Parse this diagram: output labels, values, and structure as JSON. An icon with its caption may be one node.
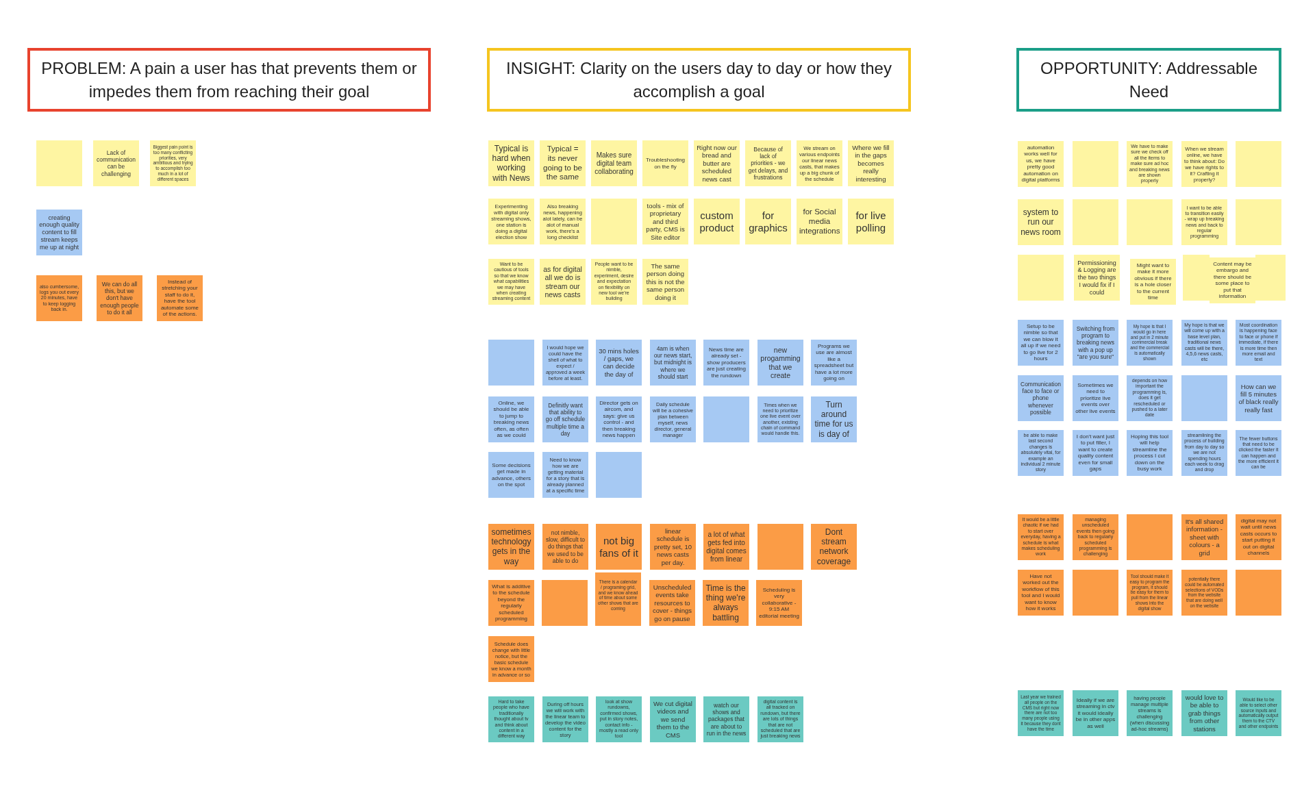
{
  "diagram": {
    "nodes": [
      {
        "text": [
          "PROBLEM: A pain a user has that prevents them or impedes them from reaching their goal"
        ]
      },
      {
        "text": [],
        "shape": "box"
      },
      {
        "text": [
          "Lack of communication can be challenging"
        ]
      },
      {
        "text": [
          "Biggest pain point is too many conflicting priorities, very ambitious and trying to accomplish too much in a lot of different spaces"
        ]
      },
      {
        "text": [
          "creating enough quality content to fill stream keeps me up at night"
        ]
      },
      {
        "text": [
          "also cumbersome, logs you out every 20 minutes, have to keep logging back in."
        ]
      },
      {
        "text": [
          "We can do all this, but we don't have enough people to do it all"
        ]
      },
      {
        "text": [
          "Instead of stretching your staff to do it, have the tool automate some of the actions."
        ]
      },
      {
        "text": [
          "INSIGHT: Clarity on the users day to day or how they accomplish a goal"
        ]
      },
      {
        "text": [
          "Typical is hard when working with News"
        ]
      },
      {
        "text": [
          "Typical = its never going to be the same"
        ]
      },
      {
        "text": [
          "Makes sure digital team collaborating"
        ]
      },
      {
        "text": [
          "Troubleshooting on the fly"
        ]
      },
      {
        "text": [
          "Right now our bread and butter are scheduled news cast"
        ]
      },
      {
        "text": [
          "Because of lack of priorities - we get delays, and frustrations"
        ]
      },
      {
        "text": [
          "We stream on various endpoints our linear news casts, that makes up a big chunk of the schedule"
        ]
      },
      {
        "text": [
          "Where we fill in the gaps becomes really interesting"
        ]
      },
      {
        "text": [
          "Experimenting with digital only streaming shows, one station is doing a digital election show"
        ]
      },
      {
        "text": [
          "Also breaking news, happening alot lately, can be alot of manual work, there's a long checklist"
        ]
      },
      {
        "text": [],
        "shape": "box"
      },
      {
        "text": [
          "tools - mix of proprietary and third party, CMS is Site editor"
        ]
      },
      {
        "text": [
          "custom product"
        ]
      },
      {
        "text": [
          "for graphics"
        ]
      },
      {
        "text": [
          "for Social media integrations"
        ]
      },
      {
        "text": [
          "for live polling"
        ]
      },
      {
        "text": [
          "Want to be cautious of tools so that we know what capabilities we may have when creating streaming content"
        ]
      },
      {
        "text": [
          "as for digital all we do is stream our news casts"
        ]
      },
      {
        "text": [
          "People want to be nimble, experiment, desire and expectation on flexibility on new tool we're building"
        ]
      },
      {
        "text": [
          "The same person doing this is not the same person doing it"
        ]
      },
      {
        "text": [],
        "shape": "box"
      },
      {
        "text": [
          "I would hope we could have the shell of what to expect / approved a week before at least."
        ]
      },
      {
        "text": [
          "30 mins holes / gaps, we can decide the day of"
        ]
      },
      {
        "text": [
          "4am is when our news start, but midnight is where we should start"
        ]
      },
      {
        "text": [
          "News time are already set - show producers are just creating the rundown"
        ]
      },
      {
        "text": [
          "new progamming that we create"
        ]
      },
      {
        "text": [
          "Programs we use are almost like a spreadsheet but have a lot more going on"
        ]
      },
      {
        "text": [
          "Online, we should be able to jump to breaking news often, as often as we could"
        ]
      },
      {
        "text": [
          "Definitly want that ability to go off schedule multiple time a day"
        ]
      },
      {
        "text": [
          "Director gets on aircom, and says: give us control - and then breaking news happen"
        ]
      },
      {
        "text": [
          "Daily schedule will be a cohesive plan between myself, news director, general manager"
        ]
      },
      {
        "text": [],
        "shape": "box"
      },
      {
        "text": [
          "Times when we need to prioritize one live event over another, existing chain of command would handle this."
        ]
      },
      {
        "text": [
          "Turn around time for us is day of"
        ]
      },
      {
        "text": [
          "Some decisions get made in advance, others on the spot"
        ]
      },
      {
        "text": [
          "Need to know how we are getting material for a story that is already planned at a specific time"
        ]
      },
      {
        "text": [],
        "shape": "box"
      },
      {
        "text": [
          "sometimes technology gets in the way"
        ]
      },
      {
        "text": [
          "not nimble, slow, difficult to do things that we used to be able to do"
        ]
      },
      {
        "text": [
          "not big fans of it"
        ]
      },
      {
        "text": [
          "linear schedule is pretty set, 10 news casts per day."
        ]
      },
      {
        "text": [
          "a lot of what gets fed into digital comes from linear"
        ]
      },
      {
        "text": [],
        "shape": "box"
      },
      {
        "text": [
          "Dont stream network coverage"
        ]
      },
      {
        "text": [
          "What is additive to the schedule beyond the regularly scheduled programming"
        ]
      },
      {
        "text": [],
        "shape": "box"
      },
      {
        "text": [],
        "shape": "box"
      },
      {
        "text": [
          "There is a calendar / programing grid, and we know ahead of time about some other shows that are coming"
        ]
      },
      {
        "text": [
          "Unscheduled events take resources to cover - things go on pause"
        ]
      },
      {
        "text": [
          "Time is the thing we're always battling"
        ]
      },
      {
        "text": [
          "Scheduling is very collaborative - 9:15 AM editorial meeting"
        ]
      },
      {
        "text": [
          "Schedule does change with little notice, but the basic schedule we know a month in advance or so"
        ]
      },
      {
        "text": [
          "Hard to take people who have traditionally thought about tv and think about content in a different way"
        ]
      },
      {
        "text": [
          "During off hours we will work with the linear team to develop the video content for the story"
        ]
      },
      {
        "text": [
          "look at show rundowns, confirmed shows, put in story notes, contact info - mostly a read only tool"
        ]
      },
      {
        "text": [
          "We cut digital videos and we send them to the CMS"
        ]
      },
      {
        "text": [
          "watch our shows and packages that are about to run in the news"
        ]
      },
      {
        "text": [
          "digital content is all tracked on rundown, but there are lots of things that are not scheduled that are just breaking news"
        ]
      },
      {
        "text": [
          "OPPORTUNITY: Addressable Need"
        ]
      },
      {
        "text": [
          "automation works well for us, we have pretty good automation on digital platforms"
        ]
      },
      {
        "text": [],
        "shape": "box"
      },
      {
        "text": [
          "We have to make sure we check off all the items to make sure ad hoc and breaking news are shown properly"
        ]
      },
      {
        "text": [
          "When we stream online, we have to think about: Do we have rights to it? Crafting it properly?"
        ]
      },
      {
        "text": [],
        "shape": "box"
      },
      {
        "text": [
          "system to run our news room"
        ]
      },
      {
        "text": [],
        "shape": "box"
      },
      {
        "text": [],
        "shape": "box"
      },
      {
        "text": [
          "I want to be able to transition easily - wrap up breaking news and back to regular programming"
        ]
      },
      {
        "text": [],
        "shape": "box"
      },
      {
        "text": [],
        "shape": "box"
      },
      {
        "text": [
          "Permissioning & Logging are the two things I would fix if I could"
        ]
      },
      {
        "text": [
          "Might want to make it more obvious if there is a hole closer to the current time"
        ]
      },
      {
        "text": [],
        "shape": "box"
      },
      {
        "text": [
          "Content may be embargo and there should be some place to put that information"
        ]
      },
      {
        "text": [],
        "shape": "box"
      },
      {
        "text": [
          "Setup to be nimble so that we can blow it all up if we need to go live for 2 hours"
        ]
      },
      {
        "text": [
          "Switching from program to breaking news with a pop up \"are you sure\""
        ]
      },
      {
        "text": [
          "My hope is that I would go in here and put in 2 minute commercial break and the commercial is automatically shown"
        ]
      },
      {
        "text": [
          "My hope is that we will come up with a base level plan, traditional news casts will be there, 4,5,6 news casts, etc"
        ]
      },
      {
        "text": [
          "Most coordination is happening face to face or phone if immediate, if there is more time then more email and text"
        ]
      },
      {
        "text": [
          "Communication face to face or phone whenever possible"
        ]
      },
      {
        "text": [
          "Sometimes we need to prioritize live events over other live events"
        ]
      },
      {
        "text": [
          "depends on how important the programming is, does it get rescheduled or pushed to a later date"
        ]
      },
      {
        "text": [],
        "shape": "box"
      },
      {
        "text": [
          "How can we fill 5 minutes of black really really fast"
        ]
      },
      {
        "text": [
          "be able to make last second changes is absolutely vital, for example an individual 2 minute story"
        ]
      },
      {
        "text": [
          "I don't want just to put filler, I want to create quality content even for small gaps"
        ]
      },
      {
        "text": [
          "Hoping this tool will help streamline the process I cut down on the busy work"
        ]
      },
      {
        "text": [
          "streamlining the process of building from day to day so we are not spending hours each week to drag and drop"
        ]
      },
      {
        "text": [
          "The fewer buttons that need to be clicked the faster it can happen and the more efficient it can be"
        ]
      },
      {
        "text": [
          "It would be a little chaotic if we had to start over everyday, having a schedule is what makes scheduling work"
        ]
      },
      {
        "text": [
          "managing unscheduled events then going back to regularly scheduled programming is challenging"
        ]
      },
      {
        "text": [],
        "shape": "box"
      },
      {
        "text": [
          "It's all shared information - sheet with colours - a grid"
        ]
      },
      {
        "text": [
          "digital may not wait until news casts occurs to start putting it out on digital channels"
        ]
      },
      {
        "text": [
          "Have not worked out the workflow of this tool and I would want to know how it works"
        ]
      },
      {
        "text": [],
        "shape": "box"
      },
      {
        "text": [
          "Tool should make it easy to program the program, it should be easy for them to pull from the linear shows into the digital show"
        ]
      },
      {
        "text": [
          "potentially there could be automated selections of VODs from the website that are doing well on the website"
        ]
      },
      {
        "text": [],
        "shape": "box"
      },
      {
        "text": [
          "Last year we trained all people on the CMS but right now there are not too many people using it because they dont have the time"
        ]
      },
      {
        "text": [
          "Ideally if we are streaming in ctv it would ideally be in other apps as well"
        ]
      },
      {
        "text": [
          "having people manage multiple streams is challenging (when discussing ad-hoc streams)"
        ]
      },
      {
        "text": [
          "would love to be able to grab things from other stations"
        ]
      },
      {
        "text": [
          "Would like to be able to select other source inputs and automatically output them to the CTV and other endpoints"
        ]
      }
    ]
  }
}
